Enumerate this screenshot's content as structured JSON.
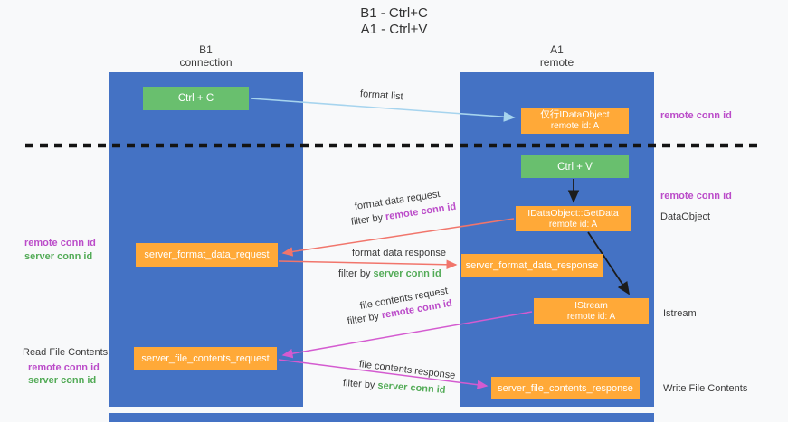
{
  "title": {
    "line1": "B1 - Ctrl+C",
    "line2": "A1 - Ctrl+V"
  },
  "lanes": {
    "left": {
      "name": "B1",
      "sub": "connection"
    },
    "right": {
      "name": "A1",
      "sub": "remote"
    }
  },
  "boxes": {
    "ctrl_c": {
      "label": "Ctrl + C"
    },
    "clipboard_proxy": {
      "line1": "仅行IDataObject",
      "line2": "remote id: A"
    },
    "ctrl_v": {
      "label": "Ctrl + V"
    },
    "getdata": {
      "line1": "IDataObject::GetData",
      "line2": "remote id: A"
    },
    "format_request": {
      "label": "server_format_data_request"
    },
    "format_response": {
      "label": "server_format_data_response"
    },
    "istream": {
      "line1": "IStream",
      "line2": "remote id: A"
    },
    "file_request": {
      "label": "server_file_contents_request"
    },
    "file_response": {
      "label": "server_file_contents_response"
    }
  },
  "arrows": {
    "format_list": {
      "label": "format list"
    },
    "format_request": {
      "label": "format data request",
      "filter_prefix": "filter by ",
      "filter_key": "remote conn id"
    },
    "format_response": {
      "label": "format data response",
      "filter_prefix": "filter by ",
      "filter_key": "server conn id"
    },
    "file_request": {
      "label": "file contents request",
      "filter_prefix": "filter by ",
      "filter_key": "remote conn id"
    },
    "file_response": {
      "label": "file contents response",
      "filter_prefix": "filter by ",
      "filter_key": "server conn id"
    }
  },
  "right_labels": {
    "remote_conn_id_top": "remote conn id",
    "remote_conn_id_mid": "remote conn id",
    "dataobject": "DataObject",
    "istream": "Istream",
    "write_file_contents": "Write File Contents"
  },
  "left_labels": {
    "remote_conn_id_top": "remote conn id",
    "server_conn_id_top": "server conn id",
    "read_file_contents": "Read File Contents",
    "remote_conn_id_bottom": "remote conn id",
    "server_conn_id_bottom": "server conn id"
  },
  "colors": {
    "lane_blue": "#4472c4",
    "box_green": "#69bf6e",
    "box_orange": "#ffa938",
    "magenta_text": "#bb4cc9",
    "green_text": "#53ab57",
    "arrow_blue": "#a6d4ee",
    "arrow_black": "#1c1c1c",
    "arrow_salmon": "#f1756b",
    "arrow_magenta": "#d45bd0"
  }
}
